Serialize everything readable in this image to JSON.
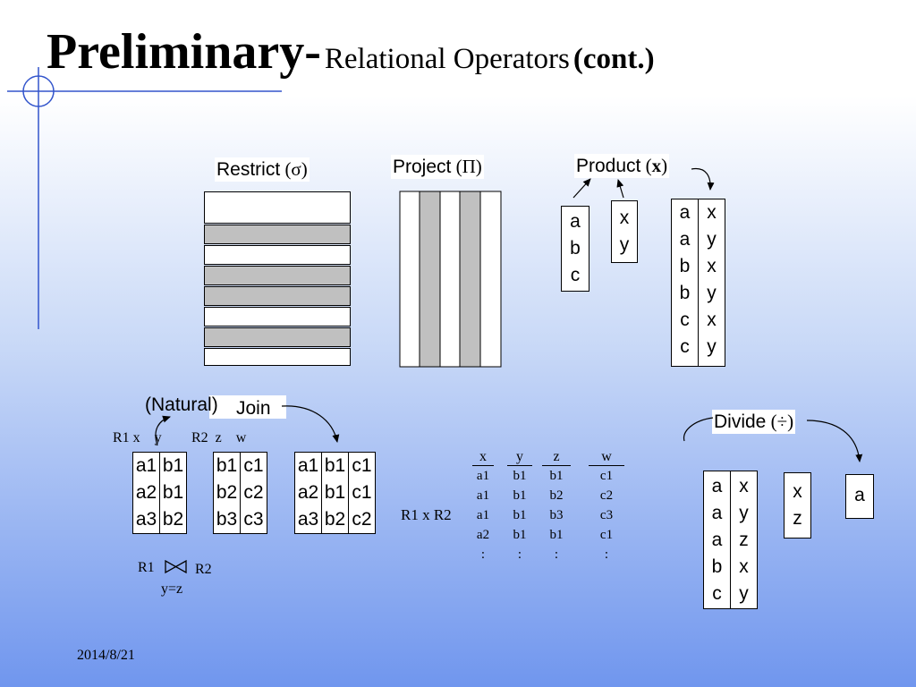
{
  "title": {
    "main": "Preliminary-",
    "sub": "Relational Operators",
    "cont": "(cont.)"
  },
  "restrict": {
    "label": "Restrict",
    "symbol": "(σ)"
  },
  "project": {
    "label": "Project",
    "symbol": "(Π)"
  },
  "product": {
    "label": "Product",
    "symbol": "(",
    "symbol_x": "x",
    "symbol_close": ")",
    "table1": [
      "a",
      "b",
      "c"
    ],
    "table2": [
      "x",
      "y"
    ],
    "result_col1": [
      "a",
      "a",
      "b",
      "b",
      "c",
      "c"
    ],
    "result_col2": [
      "x",
      "y",
      "x",
      "y",
      "x",
      "y"
    ]
  },
  "join": {
    "label_natural": "(Natural)",
    "label_join": "Join",
    "r1_header": "R1 x    y",
    "r2_header": "R2  z    w",
    "r1_col1": [
      "a1",
      "a2",
      "a3"
    ],
    "r1_col2": [
      "b1",
      "b1",
      "b2"
    ],
    "r2_col1": [
      "b1",
      "b2",
      "b3"
    ],
    "r2_col2": [
      "c1",
      "c2",
      "c3"
    ],
    "res_col1": [
      "a1",
      "a2",
      "a3"
    ],
    "res_col2": [
      "b1",
      "b1",
      "b2"
    ],
    "res_col3": [
      "c1",
      "c1",
      "c2"
    ],
    "expr_left": "R1",
    "expr_right": "R2",
    "expr_cond": "y=z"
  },
  "cross": {
    "label": "R1 x R2",
    "headers": [
      "x",
      "y",
      "z",
      "w"
    ],
    "col_x": [
      "a1",
      "a1",
      "a1",
      "a2",
      ":"
    ],
    "col_y": [
      "b1",
      "b1",
      "b1",
      "b1",
      ":"
    ],
    "col_z": [
      "b1",
      "b2",
      "b3",
      "b1",
      ":"
    ],
    "col_w": [
      "c1",
      "c2",
      "c3",
      "c1",
      ":"
    ]
  },
  "divide": {
    "label": "Divide",
    "symbol": "(÷)",
    "dividend_col1": [
      "a",
      "a",
      "a",
      "b",
      "c"
    ],
    "dividend_col2": [
      "x",
      "y",
      "z",
      "x",
      "y"
    ],
    "divisor": [
      "x",
      "z"
    ],
    "result": [
      "a"
    ]
  },
  "date": "2014/8/21"
}
